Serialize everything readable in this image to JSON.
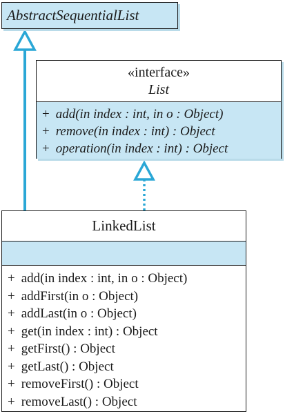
{
  "diagram": {
    "abstract_class": {
      "name": "AbstractSequentialList"
    },
    "interface": {
      "stereotype": "«interface»",
      "name": "List",
      "operations": [
        "add(in index : int, in o : Object)",
        "remove(in index : int) : Object",
        "operation(in index : int) : Object"
      ]
    },
    "class": {
      "name": "LinkedList",
      "operations": [
        "add(in index : int, in o : Object)",
        "addFirst(in o : Object)",
        "addLast(in o : Object)",
        "get(in index : int) : Object",
        "getFirst() : Object",
        "getLast() : Object",
        "removeFirst() : Object",
        "removeLast() : Object"
      ]
    },
    "visibility_symbol": "+",
    "colors": {
      "relation": "#2aa7d6",
      "compartment_fill": "#c7e6f4",
      "shadow": "#b9dbe9",
      "line": "#1a1a1a"
    }
  }
}
